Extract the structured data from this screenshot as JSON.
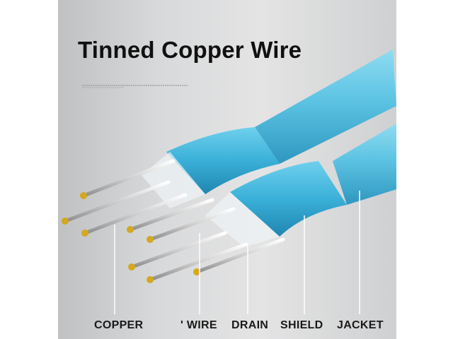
{
  "title": "Tinned Copper Wire",
  "labels": {
    "copper": "COPPER",
    "wire": "' WIRE",
    "drain": "DRAIN",
    "shield": "SHIELD",
    "jacket": "JACKET"
  },
  "colors": {
    "jacket": "#5cc3e3",
    "jacket_dark": "#2f97c0",
    "shield": "#3ab0d8",
    "wire_metal": "#d9d9d9",
    "wire_tip": "#d4a81f",
    "background": "#dcdcdd"
  }
}
